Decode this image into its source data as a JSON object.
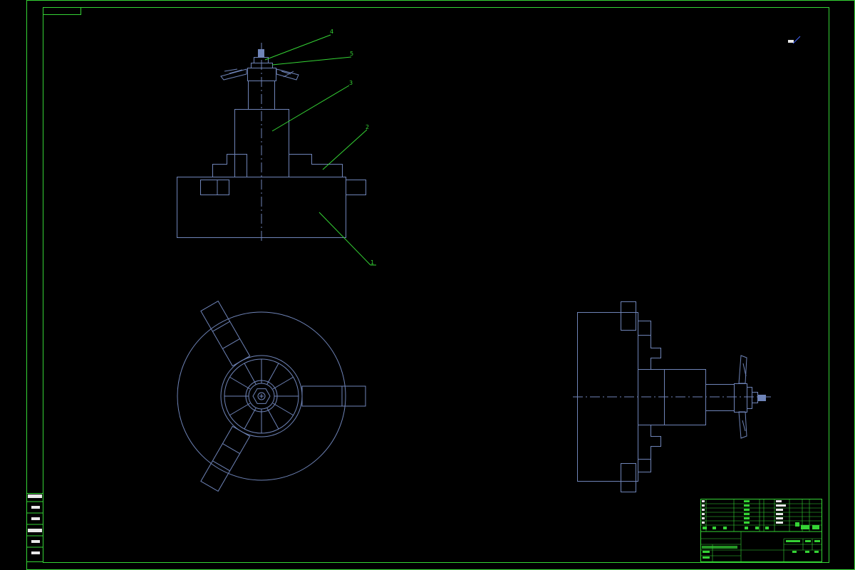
{
  "drawing": {
    "colors": {
      "frame": "#35d435",
      "geometry": "#6f84b8",
      "background": "#000000"
    },
    "balloons": [
      {
        "number": "4"
      },
      {
        "number": "5"
      },
      {
        "number": "3"
      },
      {
        "number": "2"
      },
      {
        "number": "1"
      }
    ],
    "views": [
      "front-view",
      "top-view",
      "side-view"
    ]
  }
}
